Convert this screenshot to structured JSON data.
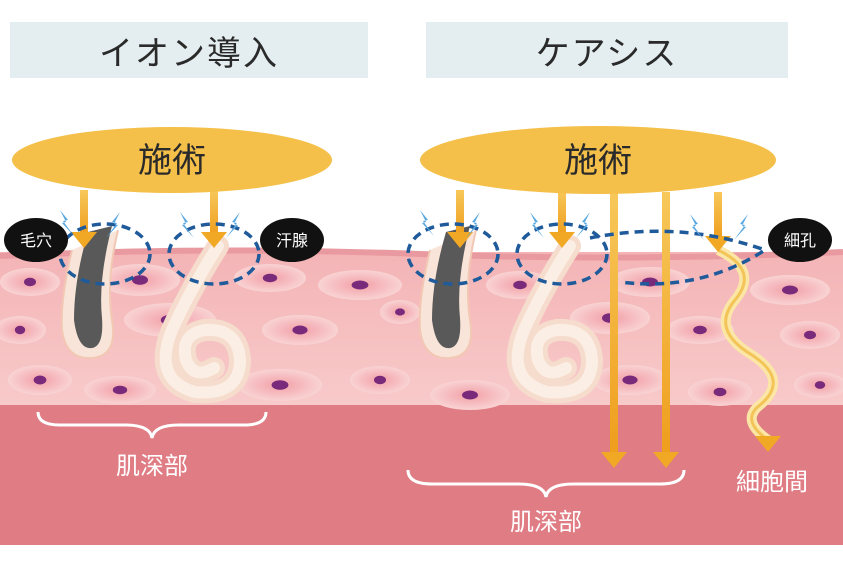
{
  "headers": {
    "left": "イオン導入",
    "right": "ケアシス"
  },
  "treatment": {
    "left": "施術",
    "right": "施術"
  },
  "labels": {
    "pore": "毛穴",
    "sweat_gland": "汗腺",
    "micropore": "細孔",
    "deep_skin_left": "肌深部",
    "deep_skin_right": "肌深部",
    "intercellular": "細胞間"
  },
  "colors": {
    "header_bg": "#e4eef0",
    "ellipse": "#f5c04a",
    "arrow": "#f0a825",
    "skin_top": "#f7c6c6",
    "skin_bottom": "#e07c84",
    "cell": "#ec9aa2",
    "nucleus": "#7a2a7a",
    "hair": "#5a5a5a",
    "dashed_circle": "#1f5a9a",
    "spark": "#5aa8e0",
    "label_bubble": "#111111"
  }
}
